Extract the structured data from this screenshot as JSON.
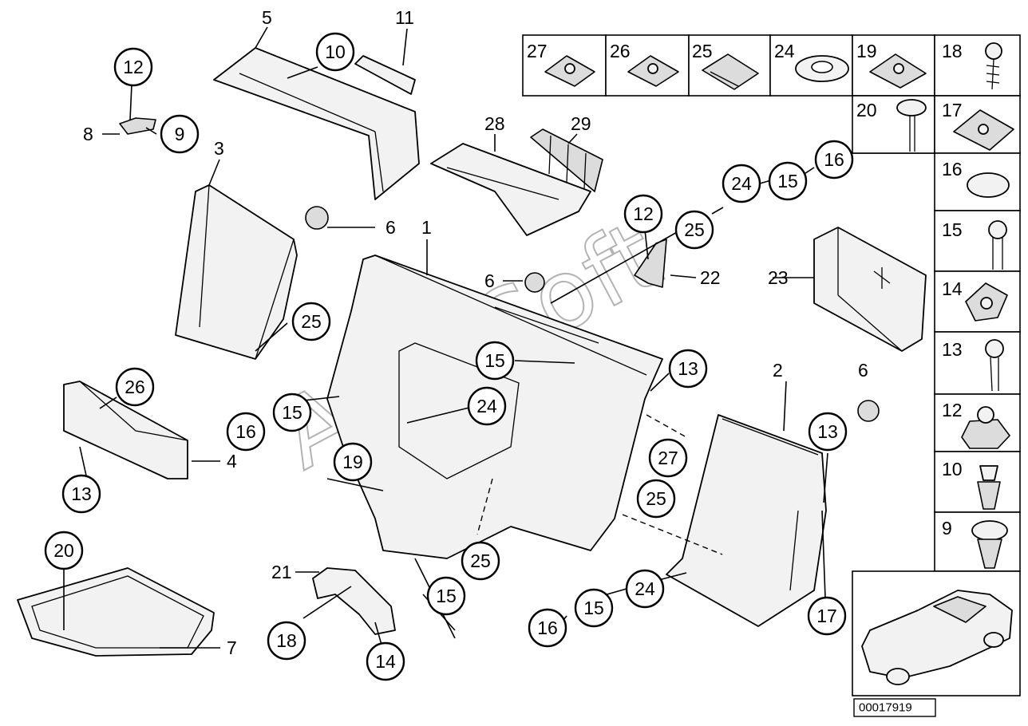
{
  "diagram": {
    "watermark": "AutoSoft",
    "drawing_code": "00017919",
    "callouts": [
      "12",
      "9",
      "10",
      "6",
      "25",
      "15",
      "16",
      "26",
      "13",
      "19",
      "24",
      "20",
      "18",
      "14",
      "21",
      "22",
      "23",
      "27",
      "28",
      "29",
      "2",
      "17",
      "1",
      "3",
      "4",
      "5",
      "7",
      "8",
      "11"
    ],
    "grid_labels": [
      "27",
      "26",
      "25",
      "24",
      "19",
      "18",
      "20",
      "17",
      "16",
      "15",
      "14",
      "13",
      "12",
      "10",
      "9"
    ]
  }
}
